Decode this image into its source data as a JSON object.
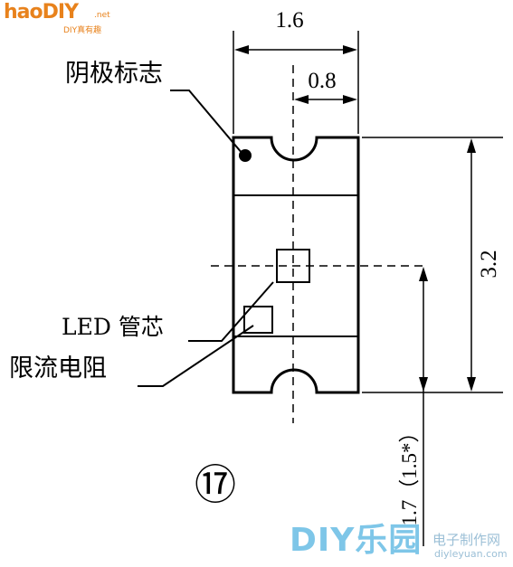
{
  "logo": {
    "brand": "haoDIY",
    "suffix": ".net",
    "tagline": "DIY真有趣"
  },
  "dimensions": {
    "width_total": "1.6",
    "width_half": "0.8",
    "height_total": "3.2",
    "offset": "1.7（1.5*）"
  },
  "callouts": {
    "cathode_mark": "阴极标志",
    "led_chip": "LED 管芯",
    "current_resistor": "限流电阻"
  },
  "figure_number": "⑰",
  "watermark": {
    "brand": "DIY乐园",
    "site_name": "电子制作网",
    "url": "diyleyuan.com"
  }
}
